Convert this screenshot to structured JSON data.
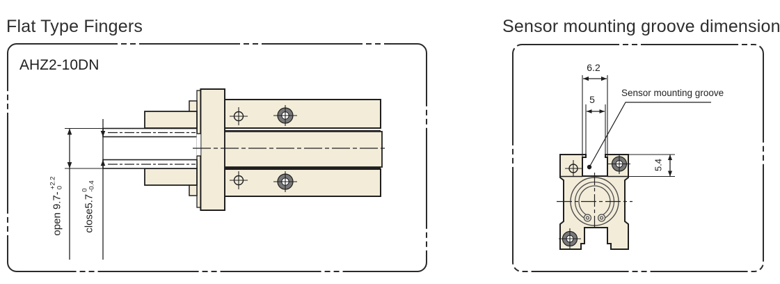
{
  "left_panel": {
    "title": "Flat Type Fingers",
    "model": "AHZ2-10DN",
    "dimensions": {
      "open": {
        "label": "open 9.7-",
        "tol_upper": "+2.2",
        "tol_lower": "0"
      },
      "close": {
        "label": "close5.7",
        "tol_upper": "0",
        "tol_lower": "-0.4"
      }
    }
  },
  "right_panel": {
    "title": "Sensor mounting groove dimensions",
    "annotation": "Sensor mounting groove",
    "dimensions": {
      "groove_outer_width": "6.2",
      "groove_opening_width": "5",
      "groove_depth": "5.4"
    }
  },
  "colors": {
    "body_fill": "#f2ecd9",
    "line": "#1f1f1f"
  }
}
